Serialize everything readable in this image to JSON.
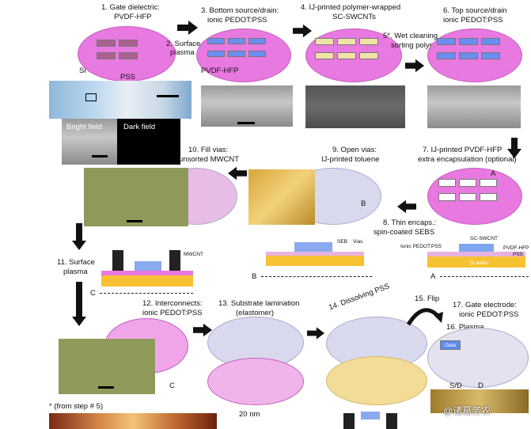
{
  "steps": {
    "s1": "1. Gate dielectric:",
    "s1b": "PVDF-HFP",
    "s2": "2. Surface",
    "s2b": "plasma",
    "s3": "3. Bottom source/drain:",
    "s3b": "ionic PEDOT:PSS",
    "s4": "4. IJ-printed polymer-wrapped",
    "s4b": "SC-SWCNTs",
    "s5": "5*. Wet cleaning",
    "s5b": "sorting polymer",
    "s6": "6. Top source/drain",
    "s6b": "ionic PEDOT:PSS",
    "s7": "7. IJ-printed PVDF-HFP",
    "s7b": "extra encapsulation (optional)",
    "s8": "8. Thin encaps.:",
    "s8b": "spin-coated SEBS",
    "s9": "9. Open vias:",
    "s9b": "IJ-printed toluene",
    "s10": "10. Fill vias:",
    "s10b": "unsorted MWCNT",
    "s11": "11. Surface",
    "s11b": "plasma",
    "s12": "12. Interconnects:",
    "s12b": "ionic PEDOT:PSS",
    "s13": "13. Substrate lamination",
    "s13b": "(elastomer)",
    "s14": "14. Dissolving PSS",
    "s15": "15. Flip",
    "s16": "16. Plasma",
    "s17": "17. Gate electrode:",
    "s17b": "ionic PEDOT:PSS"
  },
  "labels": {
    "si": "Si",
    "pss": "PSS",
    "pvdf": "PVDF-HFP",
    "bright": "Bright field",
    "dark": "Dark field",
    "a": "A",
    "b": "B",
    "c": "C",
    "d": "D",
    "seb": "SEB",
    "vias": "Vias",
    "ionic": "Ionic PEDOT:PSS",
    "scswcnt": "SC-SWCNT",
    "pvdf2": "PVDF-HFP",
    "pss2": "PSS",
    "siwafer": "Si wafer",
    "mwcnt": "MWCNT",
    "gate": "Gate",
    "sd": "S/D",
    "note": "* (from step # 5)",
    "nm": "20 nm",
    "watermark": "@诸葛务农"
  },
  "colors": {
    "pink": "#e879e0",
    "purple": "#a9618f",
    "blue": "#6a8ff0",
    "yellow": "#f1e3a8",
    "gold": "#f6c232"
  }
}
